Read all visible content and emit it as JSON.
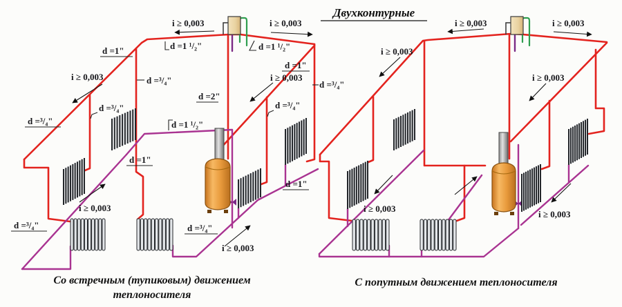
{
  "title": "Двухконтурные",
  "captions": {
    "left_line1": "Со встречным (тупиковым) движением",
    "left_line2": "теплоносителя",
    "right": "С попутным движением теплоносителя"
  },
  "labels": {
    "slope": "i ≥ 0,003",
    "d_2": "d =2\"",
    "d_1": "d =1\"",
    "d_1_1_2": "d =1 ¹/₂\"",
    "d_3_4": "d =³/₄\""
  },
  "colors": {
    "supply_pipe": "#e3231e",
    "return_pipe": "#a93391",
    "expansion_overflow_pipe": "#2f9e4f",
    "expansion_stub": "#7b2a86",
    "boiler_body": "#e89a3c",
    "radiator_fill": "#e4e7ea"
  }
}
